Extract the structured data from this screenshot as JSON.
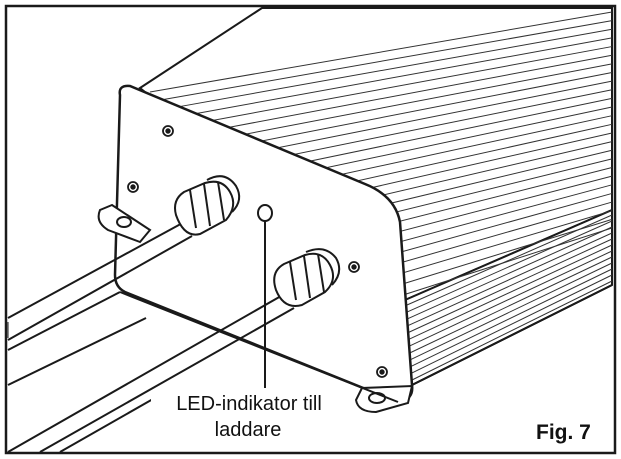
{
  "illustration": {
    "subject": "charger-end-panel",
    "colors": {
      "stroke": "#1a1a1a",
      "background": "#ffffff"
    }
  },
  "labels": {
    "led_line1": "LED-indikator till",
    "led_line2": "laddare",
    "figure": "Fig. 7"
  }
}
